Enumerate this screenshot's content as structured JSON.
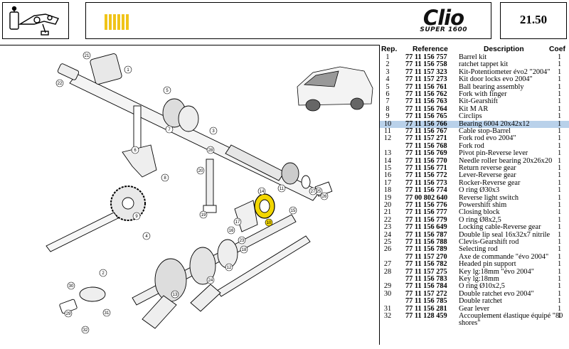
{
  "header": {
    "page_number": "21.50",
    "logo_main": "Clio",
    "logo_sub": "SUPER 1600",
    "icon": "gearshift-mechanism-icon"
  },
  "table": {
    "columns": {
      "rep": "Rep.",
      "reference": "Reference",
      "description": "Description",
      "coef": "Coef"
    },
    "highlighted_rep": "10",
    "rows": [
      {
        "rep": "1",
        "ref": "77 11 156 757",
        "desc": "Barrel kit",
        "coef": "1"
      },
      {
        "rep": "2",
        "ref": "77 11 156 758",
        "desc": "ratchet tappet kit",
        "coef": "1"
      },
      {
        "rep": "3",
        "ref": "77 11 157 323",
        "desc": "Kit-Potentiometer évo2 \"2004\"",
        "coef": "1"
      },
      {
        "rep": "4",
        "ref": "77 11 157 273",
        "desc": "Kit door locks evo 2004\"",
        "coef": "1"
      },
      {
        "rep": "5",
        "ref": "77 11 156 761",
        "desc": "Ball bearing assembly",
        "coef": "1"
      },
      {
        "rep": "6",
        "ref": "77 11 156 762",
        "desc": "Fork with finger",
        "coef": "1"
      },
      {
        "rep": "7",
        "ref": "77 11 156 763",
        "desc": "Kit-Gearshift",
        "coef": "1"
      },
      {
        "rep": "8",
        "ref": "77 11 156 764",
        "desc": "Kit M AR",
        "coef": "1"
      },
      {
        "rep": "9",
        "ref": "77 11 156 765",
        "desc": "Circlips",
        "coef": "1"
      },
      {
        "rep": "10",
        "ref": "77 11 156 766",
        "desc": "Bearing 6004 20x42x12",
        "coef": "1"
      },
      {
        "rep": "11",
        "ref": "77 11 156 767",
        "desc": "Cable stop-Barrel",
        "coef": "1"
      },
      {
        "rep": "12",
        "ref": "77 11 157 271",
        "desc": "Fork rod evo 2004\"",
        "coef": "1"
      },
      {
        "rep": "",
        "ref": "77 11 156 768",
        "desc": "Fork rod",
        "coef": "1"
      },
      {
        "rep": "13",
        "ref": "77 11 156 769",
        "desc": "Pivot pin-Reverse lever",
        "coef": "1"
      },
      {
        "rep": "14",
        "ref": "77 11 156 770",
        "desc": "Needle roller bearing 20x26x20",
        "coef": "1"
      },
      {
        "rep": "15",
        "ref": "77 11 156 771",
        "desc": "Return reverse gear",
        "coef": "1"
      },
      {
        "rep": "16",
        "ref": "77 11 156 772",
        "desc": "Lever-Reverse gear",
        "coef": "1"
      },
      {
        "rep": "17",
        "ref": "77 11 156 773",
        "desc": "Rocker-Reverse gear",
        "coef": "1"
      },
      {
        "rep": "18",
        "ref": "77 11 156 774",
        "desc": "O ring Ø30x3",
        "coef": "1"
      },
      {
        "rep": "19",
        "ref": "77 00 802 640",
        "desc": "Reverse light switch",
        "coef": "1"
      },
      {
        "rep": "20",
        "ref": "77 11 156 776",
        "desc": "Powershift shim",
        "coef": "1"
      },
      {
        "rep": "21",
        "ref": "77 11 156 777",
        "desc": "Closing block",
        "coef": "1"
      },
      {
        "rep": "22",
        "ref": "77 11 156 779",
        "desc": "O ring Ø8x2,5",
        "coef": "1"
      },
      {
        "rep": "23",
        "ref": "77 11 156 649",
        "desc": "Locking cable-Reverse gear",
        "coef": "1"
      },
      {
        "rep": "24",
        "ref": "77 11 156 787",
        "desc": "Double lip seal 16x32x7 nitrile",
        "coef": "1"
      },
      {
        "rep": "25",
        "ref": "77 11 156 788",
        "desc": "Clevis-Gearshift rod",
        "coef": "1"
      },
      {
        "rep": "26",
        "ref": "77 11 156 789",
        "desc": "Selecting rod",
        "coef": "1"
      },
      {
        "rep": "",
        "ref": "77 11 157 270",
        "desc": "Axe de commande \"évo 2004\"",
        "coef": "1"
      },
      {
        "rep": "27",
        "ref": "77 11 156 782",
        "desc": "Headed pin support",
        "coef": "1"
      },
      {
        "rep": "28",
        "ref": "77 11 157 275",
        "desc": "Key lg:18mm \"évo 2004\"",
        "coef": "1"
      },
      {
        "rep": "",
        "ref": "77 11 156 783",
        "desc": "Key lg:18mm",
        "coef": "1"
      },
      {
        "rep": "29",
        "ref": "77 11 156 784",
        "desc": "O ring Ø10x2,5",
        "coef": "1"
      },
      {
        "rep": "30",
        "ref": "77 11 157 272",
        "desc": "Double ratchet evo 2004\"",
        "coef": "1"
      },
      {
        "rep": "",
        "ref": "77 11 156 785",
        "desc": "Double ratchet",
        "coef": "1"
      },
      {
        "rep": "31",
        "ref": "77 11 156 281",
        "desc": "Gear lever",
        "coef": "1"
      },
      {
        "rep": "32",
        "ref": "77 11 128 459",
        "desc": "Accouplement élastique équipé \"80",
        "coef": "1"
      },
      {
        "rep": "",
        "ref": "",
        "desc": "shores\"",
        "coef": ""
      }
    ]
  },
  "diagram": {
    "callouts": [
      "1",
      "2",
      "3",
      "4",
      "5",
      "6",
      "7",
      "8",
      "9",
      "10",
      "11",
      "12",
      "13",
      "14",
      "15",
      "16",
      "17",
      "18",
      "19",
      "20",
      "21",
      "22",
      "23",
      "24",
      "25",
      "26",
      "27",
      "28",
      "29",
      "30",
      "31",
      "32"
    ],
    "highlight_color": "#f2d600"
  },
  "colors": {
    "highlight_row": "#b9d1ea",
    "logo_stripes": "#f0c419"
  }
}
